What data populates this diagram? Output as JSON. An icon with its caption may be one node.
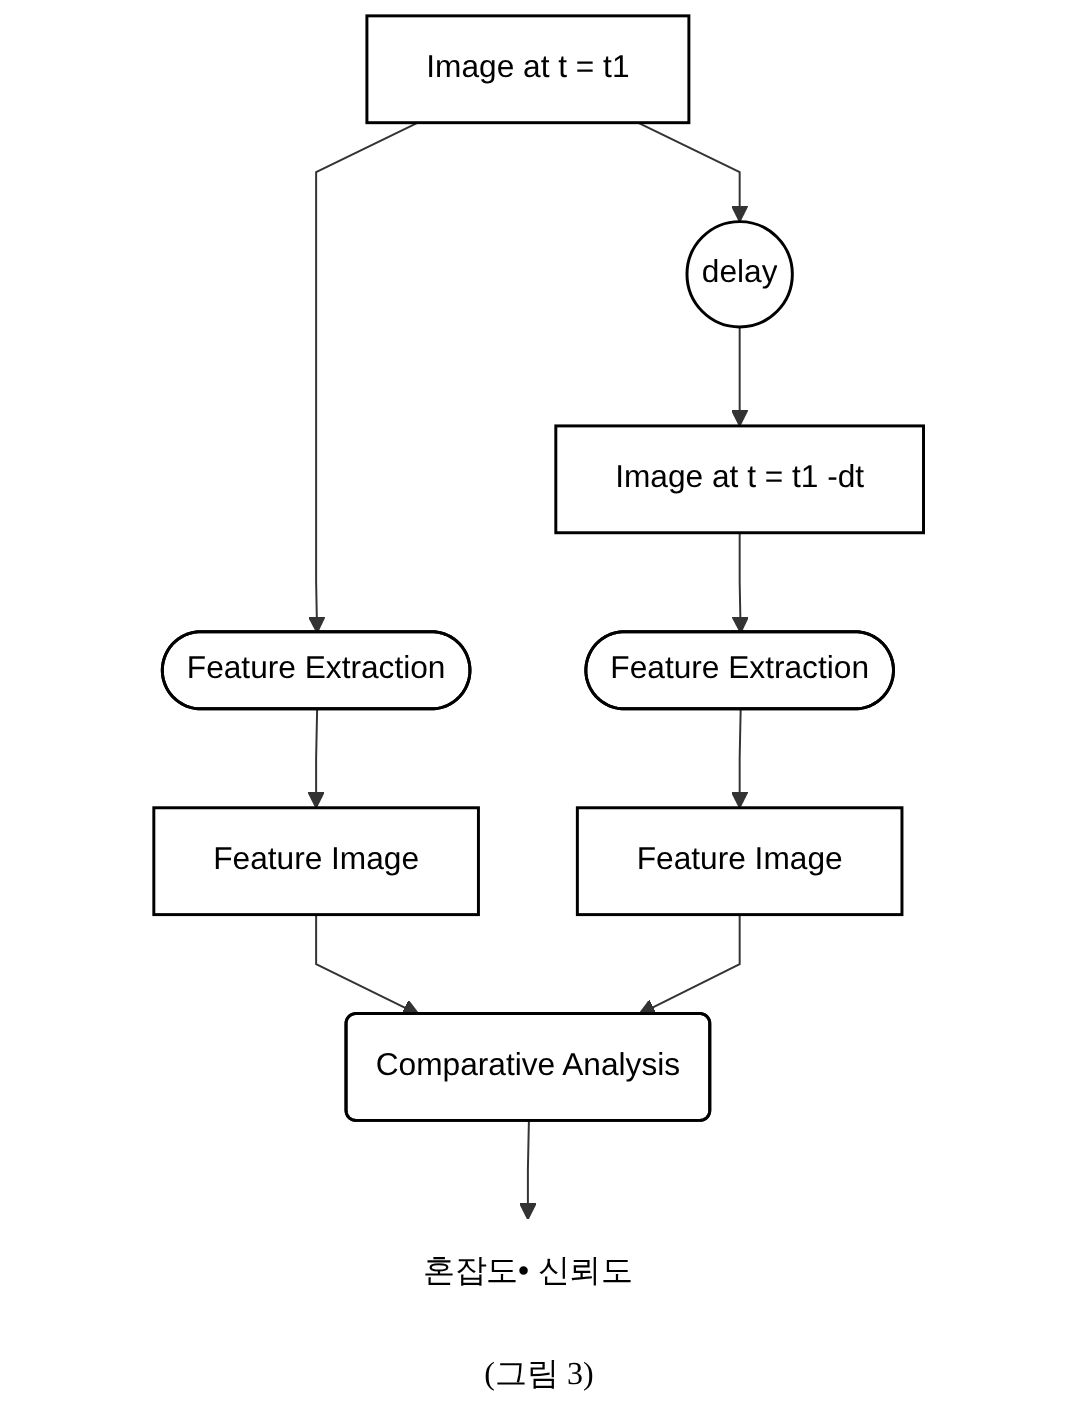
{
  "diagram": {
    "caption": "(그림 3)",
    "nodes": [
      {
        "text": [
          "Image at t = t1"
        ]
      },
      {
        "text": [
          "delay"
        ]
      },
      {
        "text": [
          "Image at t = t1 -dt"
        ]
      },
      {
        "text": [
          "Feature Extraction"
        ]
      },
      {
        "text": [
          "Feature Extraction"
        ]
      },
      {
        "text": [
          "Feature Image"
        ]
      },
      {
        "text": [
          "Feature Image"
        ]
      },
      {
        "text": [
          "Comparative Analysis"
        ]
      },
      {
        "text": [
          "혼잡도• 신뢰도"
        ]
      }
    ],
    "edges": [
      {
        "from": 0,
        "to": 1,
        "arrow": "to"
      },
      {
        "from": 1,
        "to": 2,
        "arrow": "to"
      },
      {
        "from": 0,
        "to": 3,
        "arrow": "to"
      },
      {
        "from": 2,
        "to": 4,
        "arrow": "to"
      },
      {
        "from": 3,
        "to": 5,
        "arrow": "to"
      },
      {
        "from": 4,
        "to": 6,
        "arrow": "to"
      },
      {
        "from": 5,
        "to": 7,
        "arrow": "to"
      },
      {
        "from": 6,
        "to": 7,
        "arrow": "to"
      },
      {
        "from": 7,
        "to": 8,
        "arrow": "to"
      }
    ]
  }
}
